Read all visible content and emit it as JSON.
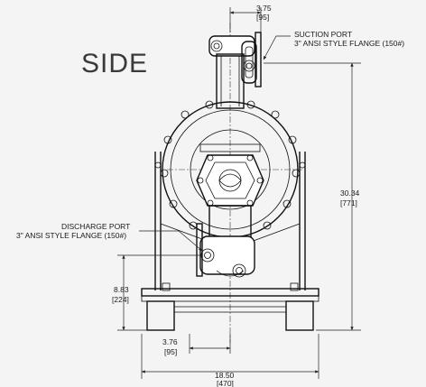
{
  "view_title": "SIDE",
  "dimensions": {
    "top_width": {
      "in": "3.75",
      "mm": "[95]"
    },
    "height": {
      "in": "30.34",
      "mm": "[771]"
    },
    "discharge_height": {
      "in": "8.83",
      "mm": "[224]"
    },
    "bottom_offset": {
      "in": "3.76",
      "mm": "[95]"
    },
    "base_width": {
      "in": "18.50",
      "mm": "[470]"
    }
  },
  "callouts": {
    "suction": {
      "line1": "SUCTION PORT",
      "line2": "3\" ANSI STYLE FLANGE (150#)"
    },
    "discharge": {
      "line1": "DISCHARGE PORT",
      "line2": "3\" ANSI STYLE FLANGE (150#)"
    }
  },
  "colors": {
    "background": "#f4f4f4",
    "line": "#111111"
  }
}
